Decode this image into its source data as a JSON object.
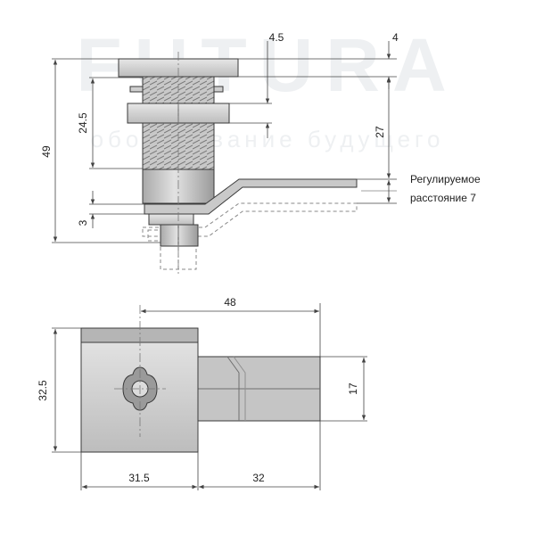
{
  "watermark": {
    "brand": "FUTURA",
    "tagline": "оборудование будущего"
  },
  "side_view": {
    "dim_height_total": "49",
    "dim_thread_length": "24.5",
    "dim_head_step": "4.5",
    "dim_head_thickness": "4",
    "dim_cam_offset": "27",
    "dim_nut_gap": "3",
    "note_line1": "Регулируемое",
    "note_line2": "расстояние 7"
  },
  "top_view": {
    "dim_overall_length": "48",
    "dim_body_height": "32.5",
    "dim_cam_width": "17",
    "dim_body_width": "31.5",
    "dim_cam_length": "32"
  },
  "colors": {
    "metal_light": "#d4d4d4",
    "metal_mid": "#b9b9b9",
    "metal_dark": "#8d8d8d",
    "outline": "#3a3a3a",
    "dim_line": "#444444"
  }
}
